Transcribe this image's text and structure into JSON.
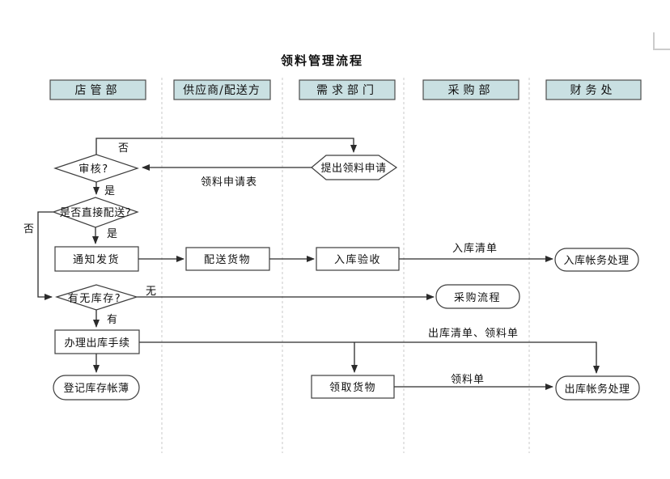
{
  "title": "领料管理流程",
  "lanes": [
    {
      "label": "店管部"
    },
    {
      "label": "供应商/配送方"
    },
    {
      "label": "需求部门"
    },
    {
      "label": "采购部"
    },
    {
      "label": "财务处"
    }
  ],
  "nodes": {
    "review": {
      "label": "审核?",
      "type": "diamond"
    },
    "submit_request": {
      "label": "提出领料申请",
      "type": "hexagon"
    },
    "direct_delivery": {
      "label": "是否直接配送?",
      "type": "diamond"
    },
    "notify_shipping": {
      "label": "通知发货",
      "type": "rect"
    },
    "deliver_goods": {
      "label": "配送货物",
      "type": "rect"
    },
    "inbound_inspection": {
      "label": "入库验收",
      "type": "rect"
    },
    "inbound_accounting": {
      "label": "入库帐务处理",
      "type": "stadium"
    },
    "stock_check": {
      "label": "有无库存?",
      "type": "diamond"
    },
    "purchasing_process": {
      "label": "采购流程",
      "type": "stadium"
    },
    "outbound_procedure": {
      "label": "办理出库手续",
      "type": "rect"
    },
    "register_ledger": {
      "label": "登记库存帐薄",
      "type": "stadium"
    },
    "collect_goods": {
      "label": "领取货物",
      "type": "rect"
    },
    "outbound_accounting": {
      "label": "出库帐务处理",
      "type": "stadium"
    }
  },
  "edge_labels": {
    "review_no": "否",
    "requisition_form": "领料申请表",
    "review_yes": "是",
    "direct_no": "否",
    "direct_yes": "是",
    "inbound_list": "入库清单",
    "stock_no": "无",
    "stock_yes": "有",
    "outbound_list": "出库清单、领料单",
    "requisition_slip": "领料单"
  },
  "colors": {
    "lane_fill": "#c9e0e2",
    "lane_border": "#4d4d4d",
    "shape_border": "#3d3d3d",
    "line": "#2b2b2b",
    "separator": "#c8c8c8",
    "corner_mark": "#cccccc",
    "text": "#111111",
    "background": "#ffffff"
  }
}
